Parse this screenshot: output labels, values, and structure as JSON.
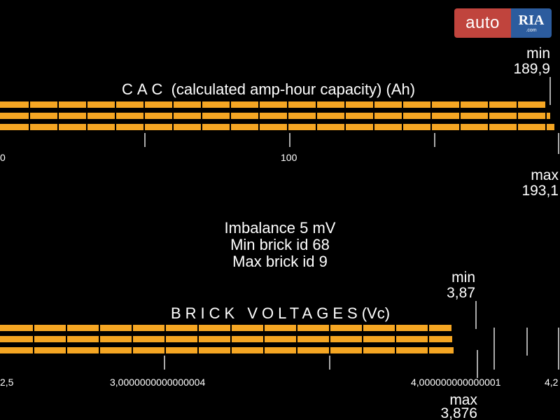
{
  "watermark": {
    "auto": "auto",
    "ria": "RIA",
    "ria_sub": ".com"
  },
  "cac": {
    "title_spaced": "CAC",
    "title_rest": "(calculated amp-hour capacity) (Ah)",
    "min_label": "min",
    "min_value": "189,9",
    "max_label": "max",
    "max_value": "193,1",
    "axis_labels": [
      "0",
      "100"
    ],
    "axis_min": 0,
    "axis_max": 195,
    "bars": [
      189.9,
      191.5,
      193.1
    ]
  },
  "status": {
    "imbalance": "Imbalance 5 mV",
    "min_brick": "Min brick id  68",
    "max_brick": "Max brick id  9"
  },
  "voltages": {
    "title": "BRICK VOLTAGES",
    "unit": "(Vc)",
    "min_label": "min",
    "min_value": "3,87",
    "max_label": "max",
    "max_value": "3,876",
    "axis_labels": [
      "2,5",
      "3,0000000000000004",
      "4,000000000000001",
      "4,2"
    ],
    "axis_min": 2.5,
    "axis_max": 4.2,
    "bars": [
      3.87,
      3.873,
      3.876
    ]
  },
  "colors": {
    "bar": "#f5a623",
    "background": "#000000",
    "tick": "#a9a9a9"
  }
}
